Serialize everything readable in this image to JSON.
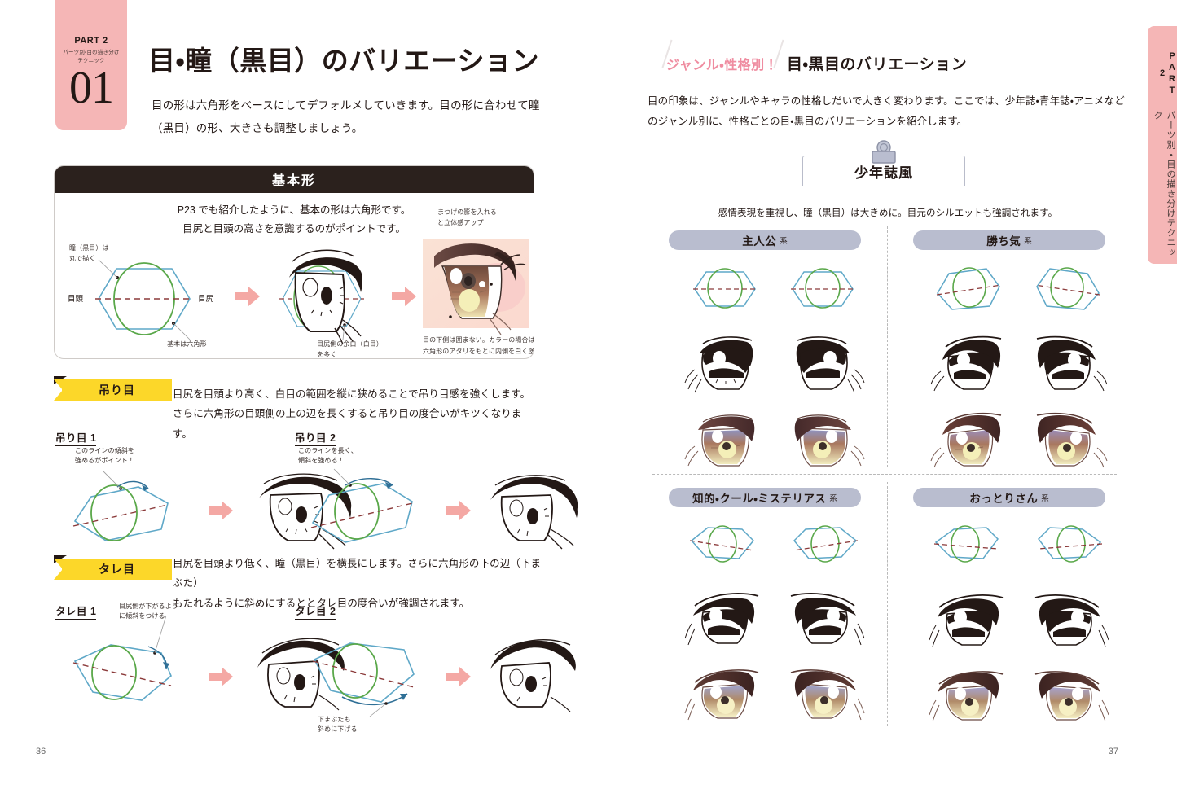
{
  "left_page": {
    "part_tab": {
      "part_label": "PART 2",
      "sub_line1": "パーツ別・目の描き分け",
      "sub_line2": "テクニック",
      "number": "01"
    },
    "title": "目・瞳（黒目）のバリエーション",
    "lead": "目の形は六角形をベースにしてデフォルメしていきます。目の形に合わせて瞳（黒目）の形、大きさも調整しましょう。",
    "basic_box": {
      "heading": "基本形",
      "lead_line1": "P23 でも紹介したように、基本の形は六角形です。",
      "lead_line2": "目尻と目頭の高さを意識するのがポイントです。",
      "anno_pupil": "瞳（黒目）は\n丸で描く",
      "label_inner": "目頭",
      "label_outer": "目尻",
      "anno_hexagon": "基本は六角形",
      "anno_white": "目尻側の余白（白目）\nを多く",
      "anno_lash": "まつげの影を入れる\nと立体感アップ",
      "anno_color": "目の下側は囲まない。カラーの場合は六角形のアタリをもとに内側を白く塗って仕上げる"
    },
    "tsuri": {
      "ribbon": "吊り目",
      "desc_line1": "目尻を目頭より高く、白目の範囲を縦に狭めることで吊り目感を強くします。",
      "desc_line2": "さらに六角形の目頭側の上の辺を長くすると吊り目の度合いがキツくなります。",
      "sub1": "吊り目 1",
      "sub1_anno": "このラインの傾斜を\n強めるがポイント！",
      "sub2": "吊り目 2",
      "sub2_anno": "このラインを長く、\n傾斜を強める！"
    },
    "tare": {
      "ribbon": "タレ目",
      "desc_line1": "目尻を目頭より低く、瞳（黒目）を横長にします。さらに六角形の下の辺（下まぶた）",
      "desc_line2": "もたれるように斜めにするととタレ目の度合いが強調されます。",
      "sub1": "タレ目 1",
      "sub1_anno": "目尻側が下がるよう\nに傾斜をつける",
      "sub2": "タレ目 2",
      "sub2_anno": "下まぶたも\n斜めに下げる"
    },
    "page_number": "36"
  },
  "right_page": {
    "kicker": "ジャンル・性格別！",
    "title": "目・黒目のバリエーション",
    "lead": "目の印象は、ジャンルやキャラの性格しだいで大きく変わります。ここでは、少年誌・青年誌・アニメなどのジャンル別に、性格ごとの目・黒目のバリエーションを紹介します。",
    "genre": {
      "name": "少年誌風",
      "desc": "感情表現を重視し、瞳（黒目）は大きめに。目元のシルエットも強調されます。"
    },
    "categories": [
      {
        "label": "主人公",
        "suffix": "系",
        "quadrant": "top-left"
      },
      {
        "label": "勝ち気",
        "suffix": "系",
        "quadrant": "top-right"
      },
      {
        "label": "知的・クール・ミステリアス",
        "suffix": "系",
        "quadrant": "bottom-left"
      },
      {
        "label": "おっとりさん",
        "suffix": "系",
        "quadrant": "bottom-right"
      }
    ],
    "side_tab": {
      "part_label": "PART 2",
      "sub": "パーツ別・目の描き分けテクニック"
    },
    "page_number": "37"
  },
  "colors": {
    "pink_tab": "#f5b6b6",
    "yellow_ribbon": "#fcd729",
    "dark_header": "#2b211d",
    "pill_gray": "#b9bdcf",
    "accent_pink": "#ef8ca0",
    "arrow_pink": "#f4a8a4",
    "guide_green": "#5aa84a",
    "guide_blue": "#5fa8c8",
    "guide_dashed_red": "#8b3a3a"
  }
}
